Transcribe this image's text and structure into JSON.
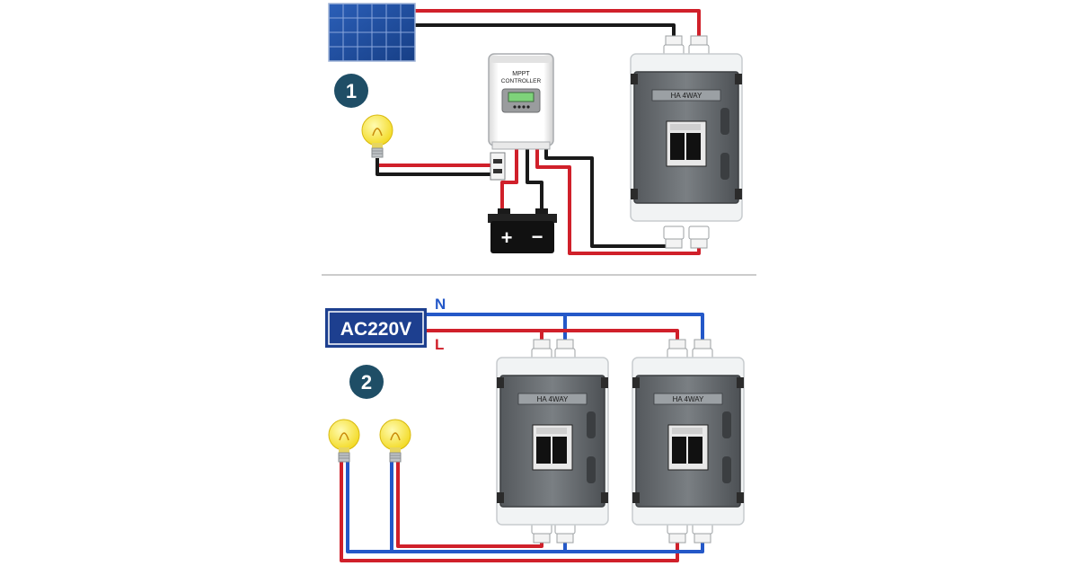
{
  "colors": {
    "wire_positive": "#d0202a",
    "wire_negative": "#1a1a1a",
    "wire_neutral": "#2458c8",
    "step_badge": "#1f4e66",
    "ac_source_fill": "#1d3f8f",
    "battery": "#1a1a1a",
    "bulb": "#f6e43a",
    "solar_cell": "#1f4fa3",
    "divider": "#9a9a9a"
  },
  "scenario_1": {
    "step": "1",
    "controller": {
      "line1": "MPPT",
      "line2": "CONTROLLER"
    },
    "battery": {
      "positive": "+",
      "negative": "−"
    },
    "enclosure_label": "HA 4WAY",
    "icons": [
      "solar-panel-icon",
      "bulb-icon",
      "battery-icon"
    ]
  },
  "scenario_2": {
    "step": "2",
    "source_label": "AC220V",
    "neutral_label": "N",
    "live_label": "L",
    "enclosures": [
      {
        "label": "HA 4WAY"
      },
      {
        "label": "HA 4WAY"
      }
    ],
    "icons": [
      "bulb-icon",
      "bulb-icon"
    ]
  }
}
